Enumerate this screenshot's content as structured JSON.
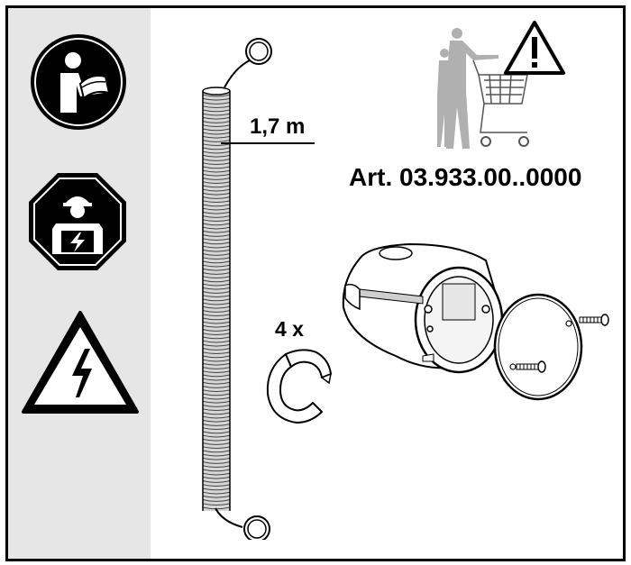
{
  "labels": {
    "length": "1,7 m",
    "quantity": "4 x",
    "article": "Art. 03.933.00..0000"
  },
  "colors": {
    "sidebar_bg": "#e6e6e6",
    "icon_black": "#000000",
    "figure_gray": "#b0b0b0"
  },
  "icons": {
    "manual": "read-manual-icon",
    "electrician": "qualified-electrician-icon",
    "voltage": "electrical-hazard-warning-icon",
    "caution": "general-warning-icon",
    "people": "adult-and-child-with-shopping-cart-icon"
  }
}
